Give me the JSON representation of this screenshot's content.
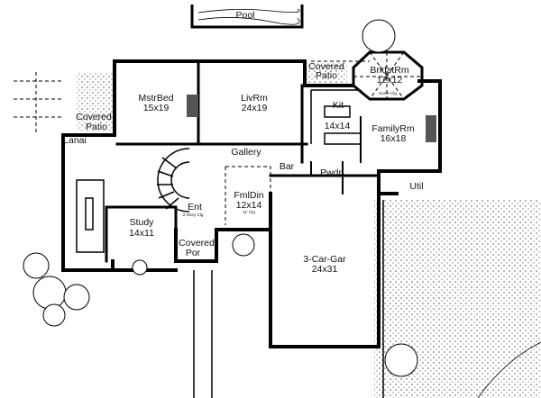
{
  "plan": {
    "rooms": {
      "pool": "Pool",
      "covered_patio_rear": [
        "Covered",
        "Patio"
      ],
      "brkfst": {
        "name": "BrkfstRm",
        "size": "12x12",
        "note": "Some Clg"
      },
      "mstr_bed": {
        "name": "MstrBed",
        "size": "15x19"
      },
      "liv_rm": {
        "name": "LivRm",
        "size": "24x19"
      },
      "kit": {
        "name": "Kit",
        "size": "14x14"
      },
      "family_rm": {
        "name": "FamilyRm",
        "size": "16x18"
      },
      "covered_patio_left": [
        "Covered",
        "Patio"
      ],
      "lanai": "Lanai",
      "gallery": "Gallery",
      "bar": "Bar",
      "pwdr": "Pwdr",
      "util": "Util",
      "fml_din": {
        "name": "FmlDin",
        "size": "12x14",
        "note": "11' Clg"
      },
      "ent": {
        "name": "Ent",
        "note": "2-Story Clg"
      },
      "study": {
        "name": "Study",
        "size": "14x11"
      },
      "covered_por": [
        "Covered",
        "Por"
      ],
      "garage": {
        "name": "3-Car-Gar",
        "size": "24x31"
      }
    }
  }
}
